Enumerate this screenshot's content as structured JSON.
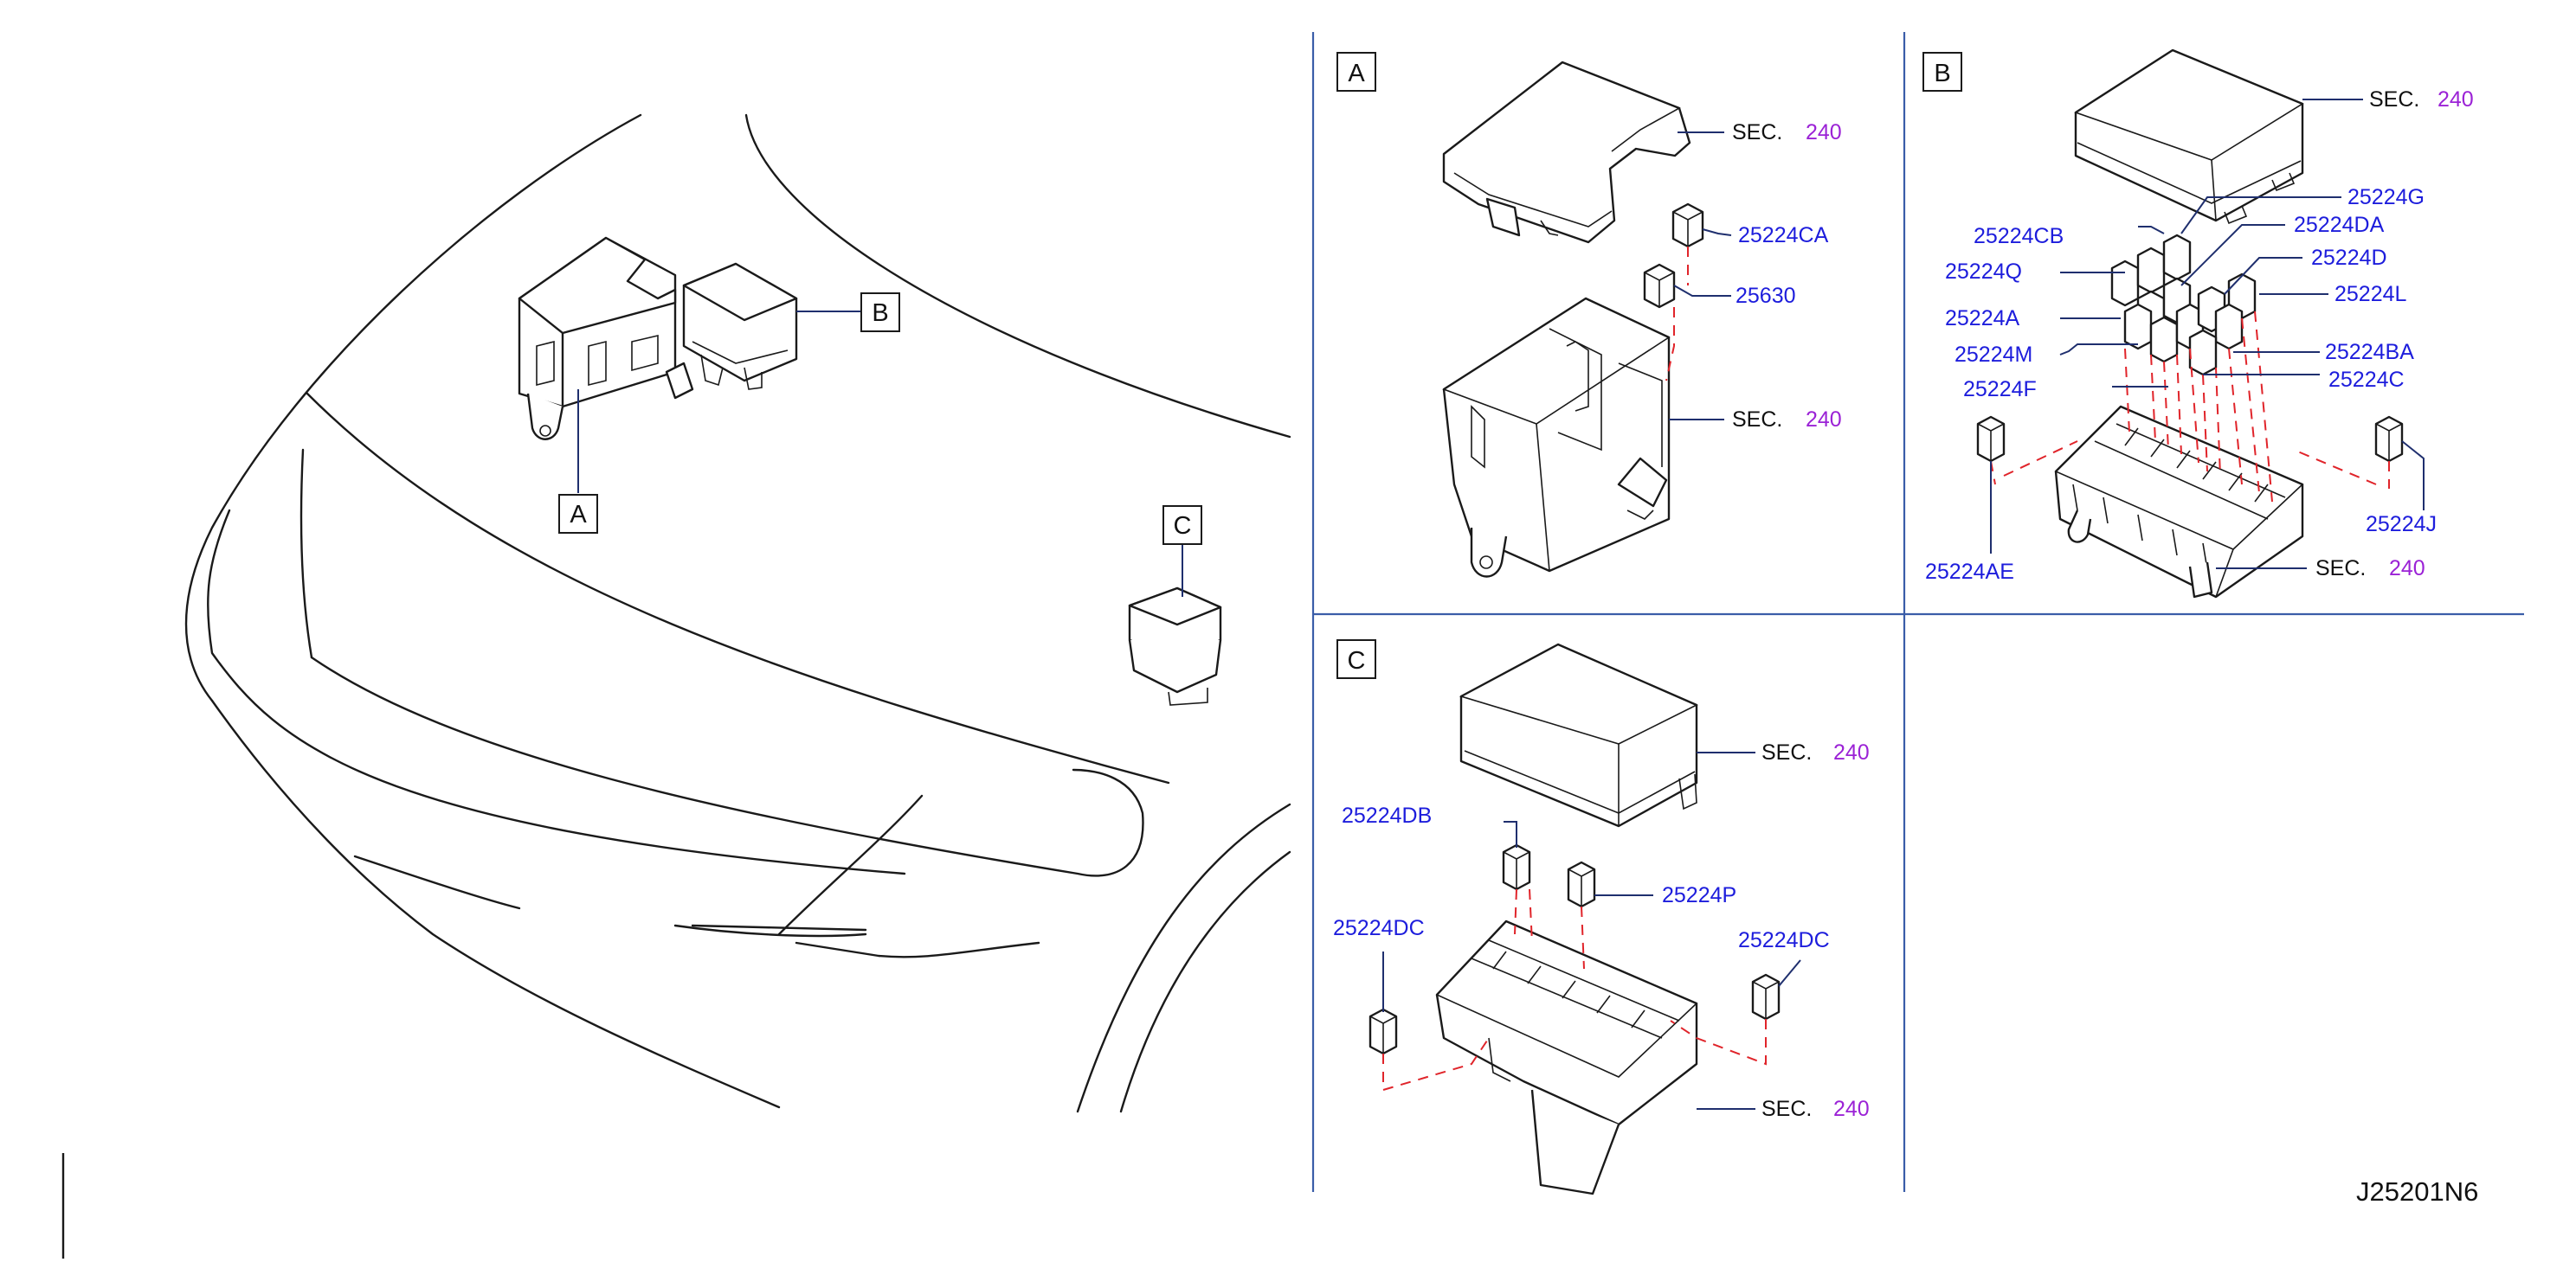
{
  "overview": {
    "callouts": [
      "A",
      "B",
      "C"
    ]
  },
  "panels": {
    "A": {
      "letter": "A",
      "labels": {
        "sec_top": "SEC.",
        "sec_top_num": "240",
        "p1": "25224CA",
        "p2": "25630",
        "sec_mid": "SEC.",
        "sec_mid_num": "240"
      }
    },
    "B": {
      "letter": "B",
      "labels": {
        "sec_top": "SEC.",
        "sec_top_num": "240",
        "g": "25224G",
        "cb": "25224CB",
        "da": "25224DA",
        "q": "25224Q",
        "d": "25224D",
        "l": "25224L",
        "a": "25224A",
        "m": "25224M",
        "ba": "25224BA",
        "f": "25224F",
        "c": "25224C",
        "j": "25224J",
        "ae": "25224AE",
        "sec_bot": "SEC.",
        "sec_bot_num": "240"
      }
    },
    "C": {
      "letter": "C",
      "labels": {
        "sec_top": "SEC.",
        "sec_top_num": "240",
        "db": "25224DB",
        "p": "25224P",
        "dc_left": "25224DC",
        "dc_right": "25224DC",
        "sec_bot": "SEC.",
        "sec_bot_num": "240"
      }
    }
  },
  "diagram_code": "J25201N6",
  "colors": {
    "part_number": "#1d1ddc",
    "section_number": "#9b22d6",
    "divider": "#3a5da8",
    "dashed_leader": "#e0242a"
  }
}
